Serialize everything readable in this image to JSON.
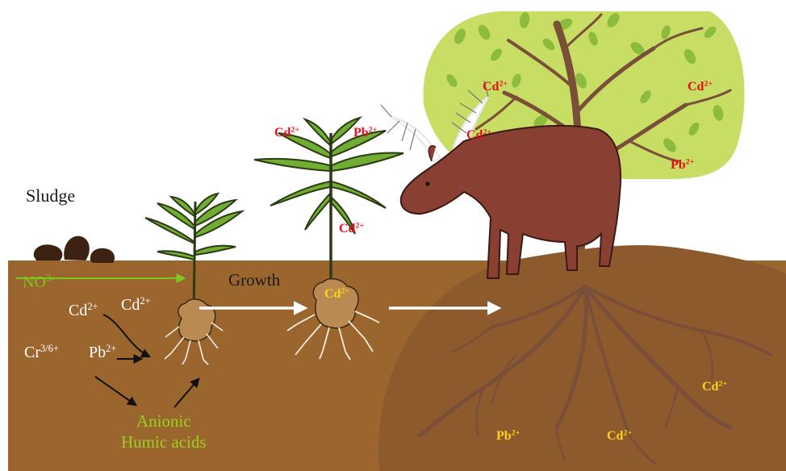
{
  "labels": {
    "sludge": "Sludge",
    "growth": "Growth",
    "no3": {
      "base": "NO",
      "sup": "3-"
    },
    "cr": {
      "base": "Cr",
      "sup": "3/6+"
    },
    "humic_line1": "Anionic",
    "humic_line2": "Humic acids"
  },
  "soil_ions": [
    {
      "base": "Cd",
      "sup": "2+"
    },
    {
      "base": "Cd",
      "sup": "2+"
    },
    {
      "base": "Pb",
      "sup": "2+"
    }
  ],
  "plant_ions": [
    {
      "base": "Cd",
      "sup": "2+"
    },
    {
      "base": "Pb",
      "sup": "2+"
    },
    {
      "base": "Cd",
      "sup": "2+"
    },
    {
      "base": "Cd",
      "sup": "2+"
    }
  ],
  "tree_ions": [
    {
      "base": "Cd",
      "sup": "2+"
    },
    {
      "base": "Cd",
      "sup": "2+"
    },
    {
      "base": "Cd",
      "sup": "2+"
    },
    {
      "base": "Pb",
      "sup": "2+"
    }
  ],
  "root_ions": [
    {
      "base": "Cd",
      "sup": "2+"
    },
    {
      "base": "Pb",
      "sup": "2+"
    },
    {
      "base": "Cd",
      "sup": "2+"
    }
  ],
  "colors": {
    "soil": "#9b652e",
    "mound": "#8c5a2c",
    "canopy": "#c7dd63",
    "leaf": "#8dbb3c",
    "branch": "#7a4f3a",
    "moose": "#8a3f33",
    "root_tuber": "#b98a52",
    "ion_red": "#e8101a",
    "ion_yellow": "#ffd21a"
  }
}
